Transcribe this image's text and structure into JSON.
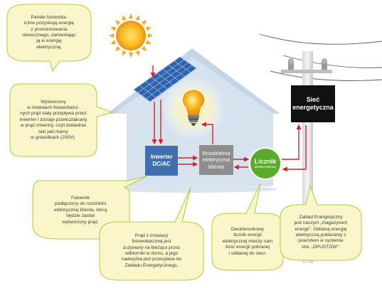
{
  "bubbles": {
    "panels": "Panele fotowolta-\niczne pozyskują energię\nz promieniowania\nsłonecznego, zamieniając\nją w energię\nelektryczną.",
    "dc_current": "Wytworzony\nw modułach fotowoltaicz-\nnych prąd stały przepływa przez\ninwerter i zostaje przekształcany\nw prąd zmienny, czyli dokładnie\ntaki jaki mamy\nw gniazdkach (230V).",
    "inverter": "Falownik\npodłączony do rozdzielni\nelektrycznej klienta, którą\nbędzie zasilał\nwytworzony prąd.",
    "usage": "Prąd z instalacji\nfotowoltaicznej jest\nzużywany na bieżąco przez\nodbiorniki w domu, a jego\nnadwyżka jest przesyłana do\nZakładu Energetycznego.",
    "meter": "Dwukierunkowy\nlicznik energii\nelektrycznej mierzy nam\nilość energii pobranej\ni oddanej do sieci.",
    "utility": "Zakład Energetyczny\njest naszym „magazynem\nenergii\". Oddaną energię\nelektryczną pobieramy z\npowrotem w systemie\ntzw. „OPUSTÓW\"."
  },
  "boxes": {
    "inverter": "Inwerter\nDC/AC",
    "distribution": "Rozdzielnia\nelektryczna\nklienta",
    "grid": "Sieć\nenergetyczna"
  },
  "meter": {
    "title": "Licznik",
    "subtitle": "dwukierunkowy"
  },
  "colors": {
    "bubble_fill": "#fbf6c9",
    "bubble_stroke": "#a9cf3a",
    "house": "#d6e3ef",
    "house_roof": "#c4d5e6",
    "inverter_box": "#3f6fae",
    "distribution_box": "#8d8d8d",
    "meter_circle": "#5aab2c",
    "grid_box": "#111111",
    "arrow": "#d8202a",
    "sun": "#f7b21a",
    "panel": "#2c63b0",
    "bulb": "#f5a623"
  }
}
